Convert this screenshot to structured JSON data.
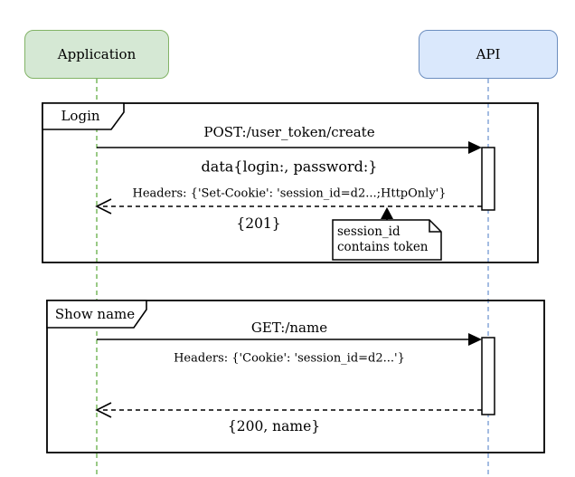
{
  "diagram": {
    "type": "sequence-diagram",
    "actors": [
      {
        "id": "application",
        "label": "Application"
      },
      {
        "id": "api",
        "label": "API"
      }
    ],
    "frames": [
      {
        "label": "Login",
        "messages": [
          {
            "from": "application",
            "to": "api",
            "style": "solid",
            "text": "POST:/user_token/create",
            "subtext": "data{login:, password:}"
          },
          {
            "from": "api",
            "to": "application",
            "style": "dashed",
            "text": "Headers: {'Set-Cookie': 'session_id=d2...;HttpOnly'}",
            "subtext": "{201}"
          }
        ],
        "note": {
          "line1": "session_id",
          "line2": "contains token"
        }
      },
      {
        "label": "Show name",
        "messages": [
          {
            "from": "application",
            "to": "api",
            "style": "solid",
            "text": "GET:/name",
            "subtext": "Headers: {'Cookie': 'session_id=d2...'}"
          },
          {
            "from": "api",
            "to": "application",
            "style": "dashed",
            "text": "",
            "subtext": "{200, name}"
          }
        ]
      }
    ],
    "colors": {
      "application_fill": "#d5e8d4",
      "application_border": "#82b366",
      "api_fill": "#dae8fc",
      "api_border": "#6c8ebf",
      "application_lifeline": "#6fb352",
      "api_lifeline": "#7d9fd6",
      "frame_border": "#000000",
      "note_fill": "#ffffff"
    }
  }
}
